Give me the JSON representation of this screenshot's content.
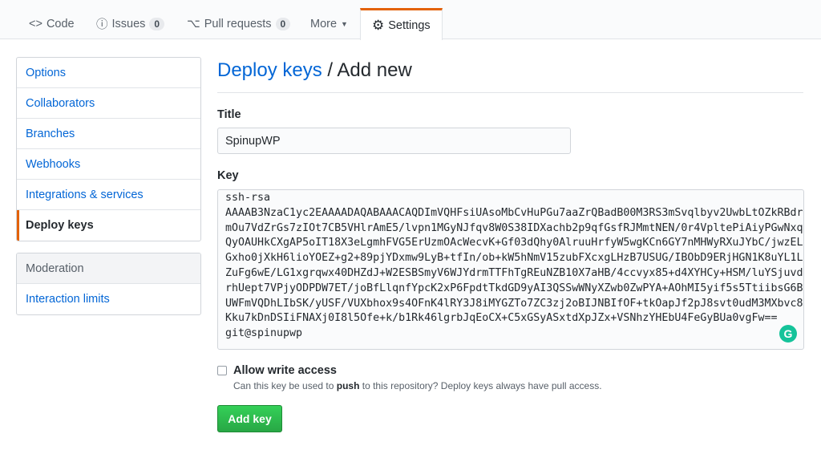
{
  "nav": {
    "tabs": [
      {
        "label": "Code",
        "icon": "code-icon"
      },
      {
        "label": "Issues",
        "count": "0",
        "icon": "issue-icon"
      },
      {
        "label": "Pull requests",
        "count": "0",
        "icon": "pull-request-icon"
      },
      {
        "label": "More",
        "icon": "caret-down-icon"
      },
      {
        "label": "Settings",
        "icon": "gear-icon",
        "selected": true
      }
    ]
  },
  "sidebar": {
    "items": [
      "Options",
      "Collaborators",
      "Branches",
      "Webhooks",
      "Integrations & services",
      "Deploy keys"
    ],
    "selected": "Deploy keys",
    "section2_header": "Moderation",
    "section2_items": [
      "Interaction limits"
    ]
  },
  "header": {
    "link": "Deploy keys",
    "rest": " / Add new"
  },
  "form": {
    "title_label": "Title",
    "title_value": "SpinupWP",
    "key_label": "Key",
    "key_value": "ssh-rsa\nAAAAB3NzaC1yc2EAAAADAQABAAACAQDImVQHFsiUAsoMbCvHuPGu7aaZrQBadB00M3RS3mSvqlbyv2UwbLtOZkRBdr\nmOu7VdZrGs7zIOt7CB5VHlrAmE5/lvpn1MGyNJfqv8W0S38IDXachb2p9qfGsfRJMmtNEN/0r4VpltePiAiyPGwNxq\nQyOAUHkCXgAP5oIT18X3eLgmhFVG5ErUzmOAcWecvK+Gf03dQhy0AlruuHrfyW5wgKCn6GY7nMHWyRXuJYbC/jwzEL\nGxho0jXkH6lioYOEZ+g2+89pjYDxmw9LyB+tfIn/ob+kW5hNmV15zubFXcxgLHzB7USUG/IBObD9ERjHGN1K8uYL1L\nZuFg6wE/LG1xgrqwx40DHZdJ+W2ESBSmyV6WJYdrmTTFhTgREuNZB10X7aHB/4ccvyx85+d4XYHCy+HSM/luYSjuvd\nrhUept7VPjyODPDW7ET/joBfLlqnfYpcK2xP6FpdtTkdGD9yAI3QSSwWNyXZwb0ZwPYA+AOhMI5yif5s5TtiibsG6B\nUWFmVQDhLIbSK/yUSF/VUXbhox9s4OFnK4lRY3J8iMYGZTo7ZC3zj2oBIJNBIfOF+tkOapJf2pJ8svt0udM3MXbvc8\nKku7kDnDSIiFNAXj0I8l5Ofe+k/b1Rk46lgrbJqEoCX+C5xGSyASxtdXpJZx+VSNhzYHEbU4FeGyBUa0vgFw==\ngit@spinupwp",
    "allow_write_label": "Allow write access",
    "allow_write_checked": false,
    "note_pre": "Can this key be used to ",
    "note_bold": "push",
    "note_post": " to this repository? Deploy keys always have pull access.",
    "submit": "Add key"
  },
  "colors": {
    "accent": "#e36209",
    "link": "#0366d6",
    "button": "#28a745"
  }
}
